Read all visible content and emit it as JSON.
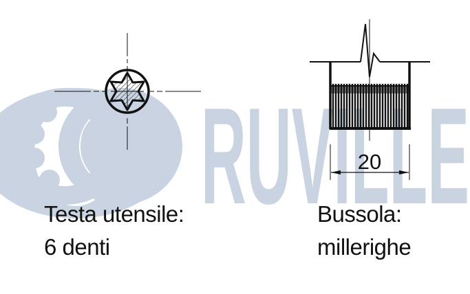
{
  "watermark": {
    "brand": "RUVILLE",
    "color": "#c9d3e2"
  },
  "left_part": {
    "name": "tool head",
    "icon": "torx-star-icon",
    "teeth": 6,
    "caption_line1": "Testa utensile:",
    "caption_line2": "6 denti"
  },
  "right_part": {
    "name": "socket",
    "icon": "serrated-socket-icon",
    "dimension_value": "20",
    "caption_line1": "Bussola:",
    "caption_line2": "millerighe"
  },
  "colors": {
    "line": "#111111",
    "background": "#ffffff"
  }
}
